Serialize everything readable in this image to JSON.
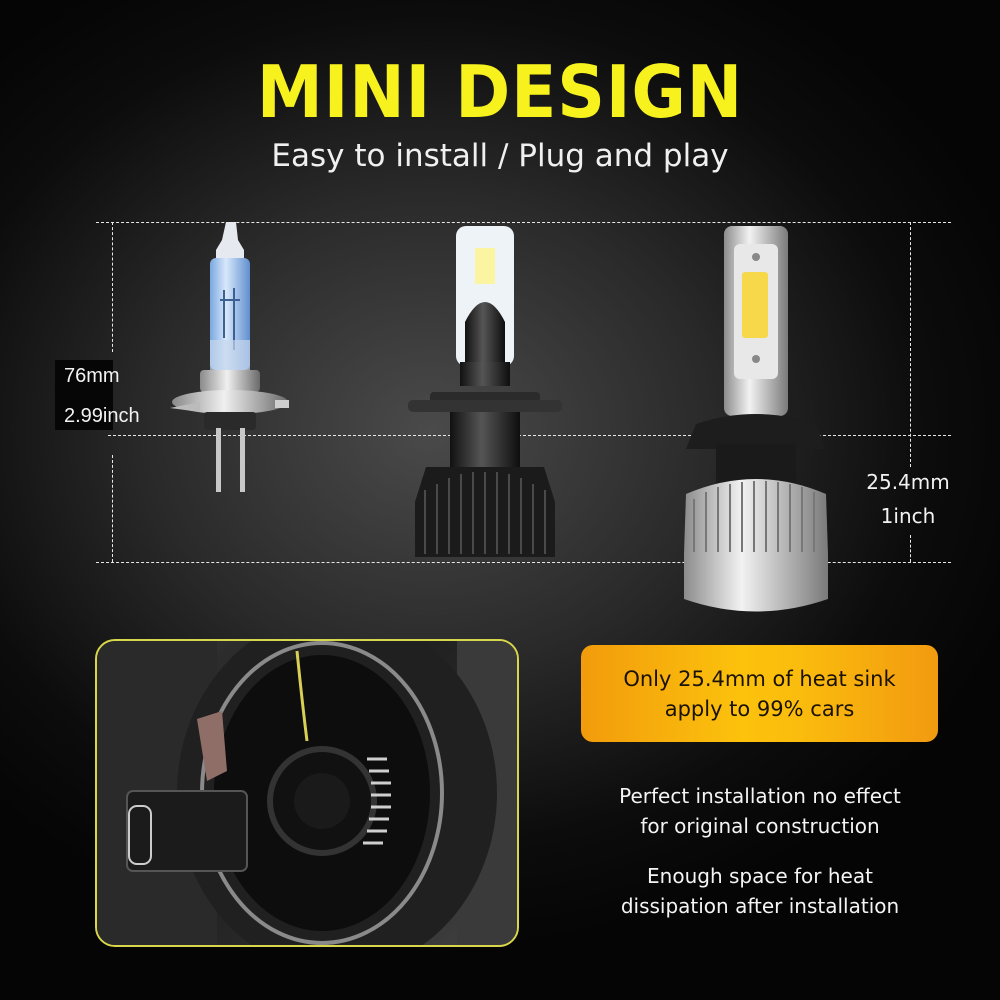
{
  "header": {
    "title": "MINI DESIGN",
    "subtitle": "Easy to install / Plug and play"
  },
  "comparison": {
    "left_dimension": {
      "mm": "76mm",
      "inch": "2.99inch"
    },
    "right_dimension": {
      "mm": "25.4mm",
      "inch": "1inch"
    },
    "products": [
      {
        "name": "halogen-bulb"
      },
      {
        "name": "compact-led-bulb"
      },
      {
        "name": "cob-led-bulb"
      }
    ]
  },
  "badge": {
    "line1": "Only  25.4mm of heat sink",
    "line2": "apply to 99% cars"
  },
  "features": [
    {
      "line1": "Perfect installation no effect",
      "line2": "for original construction"
    },
    {
      "line1": "Enough space for heat",
      "line2": "dissipation after installation"
    }
  ],
  "colors": {
    "title_yellow": "#f7f21e",
    "badge_orange": "#fcc20c",
    "photo_border": "#d8d64a",
    "background": "#0c0c0c"
  }
}
